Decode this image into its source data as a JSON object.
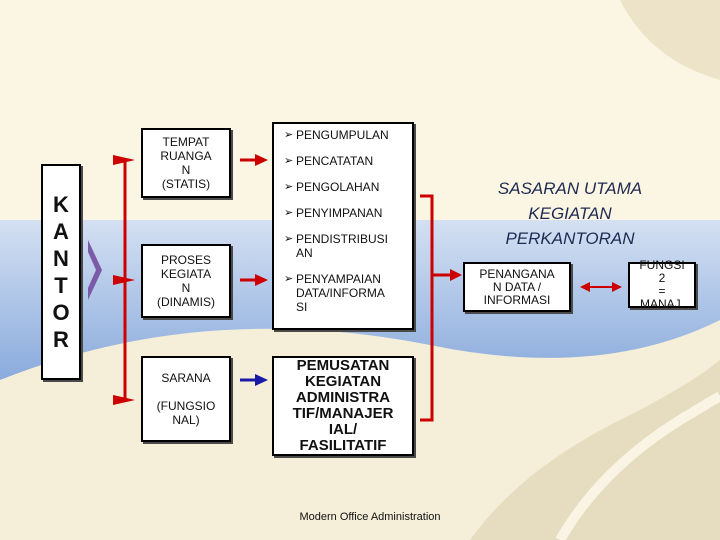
{
  "kantor_letters": [
    "K",
    "A",
    "N",
    "T",
    "O",
    "R"
  ],
  "boxes": {
    "tempat": [
      "TEMPAT",
      "RUANGA",
      "N",
      "(STATIS)"
    ],
    "proses": [
      "PROSES",
      "KEGIATA",
      "N",
      "(DINAMIS)"
    ],
    "sarana": [
      "SARANA",
      "(FUNGSIO",
      "NAL)"
    ]
  },
  "process_items": [
    [
      "PENGUMPULAN"
    ],
    [
      "PENCATATAN"
    ],
    [
      "PENGOLAHAN"
    ],
    [
      "PENYIMPANAN"
    ],
    [
      "PENDISTRIBUSI",
      "AN"
    ],
    [
      "PENYAMPAIAN",
      "DATA/INFORMA",
      "SI"
    ]
  ],
  "bullet_symbol": "➢",
  "pemusatan": [
    "PEMUSATAN",
    "KEGIATAN",
    "ADMINISTRA",
    "TIF/MANAJER",
    "IAL/",
    "FASILITATIF"
  ],
  "sasaran": [
    "SASARAN UTAMA",
    "KEGIATAN",
    "PERKANTORAN"
  ],
  "penanganan": [
    "PENANGANA",
    "N DATA /",
    "INFORMASI"
  ],
  "fungsi": [
    "FUNGSI",
    "2",
    "=",
    "MANAJ."
  ],
  "footer": "Modern Office Administration",
  "colors": {
    "background": "#fbf6e3",
    "sky_top": "#c7d6ee",
    "sky_bottom": "#8fb0df",
    "road": "#e9dfc6",
    "bracket_red": "#cc0000",
    "bracket_blue": "#1a1aa8",
    "arrow_purple": "#7b5aa8"
  }
}
